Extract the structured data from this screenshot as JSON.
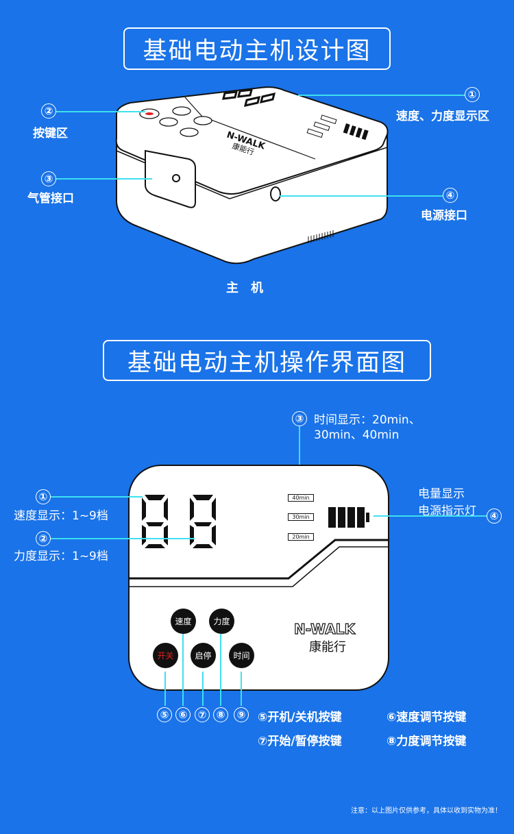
{
  "section1": {
    "title": "基础电动主机设计图",
    "caption": "主　机",
    "callouts": [
      {
        "num": "①",
        "label": "速度、力度显示区"
      },
      {
        "num": "②",
        "label": "按键区"
      },
      {
        "num": "③",
        "label": "气管接口"
      },
      {
        "num": "④",
        "label": "电源接口"
      }
    ],
    "logo_text": "N-WALK",
    "logo_cn": "康能行"
  },
  "section2": {
    "title": "基础电动主机操作界面图",
    "callouts": {
      "c1_num": "①",
      "c1_label": "速度显示：1~9档",
      "c2_num": "②",
      "c2_label": "力度显示：1~9档",
      "c3_num": "③",
      "c3_line1": "时间显示：20min、",
      "c3_line2": "30min、40min",
      "c4_num": "④",
      "c4_line1": "电量显示",
      "c4_line2": "电源指示灯"
    },
    "time_options": [
      "40min",
      "30min",
      "20min"
    ],
    "buttons": {
      "speed": "速度",
      "force": "力度",
      "power": "开关",
      "start_stop": "启停",
      "time": "时间"
    },
    "bottom_nums": [
      "⑤",
      "⑥",
      "⑦",
      "⑧",
      "⑨"
    ],
    "legend": [
      "⑤开机/关机按键",
      "⑥速度调节按键",
      "⑦开始/暂停按键",
      "⑧力度调节按键"
    ],
    "logo_text": "N-WALK",
    "logo_cn": "康能行",
    "display_digits": "88",
    "battery_level": 1.0
  },
  "note": "注意：以上图片仅供参考，具体以收到实物为准！",
  "colors": {
    "background": "#1a73e8",
    "leader_line": "#3ee0f0",
    "button": "#111111",
    "power_text": "#e02020"
  }
}
